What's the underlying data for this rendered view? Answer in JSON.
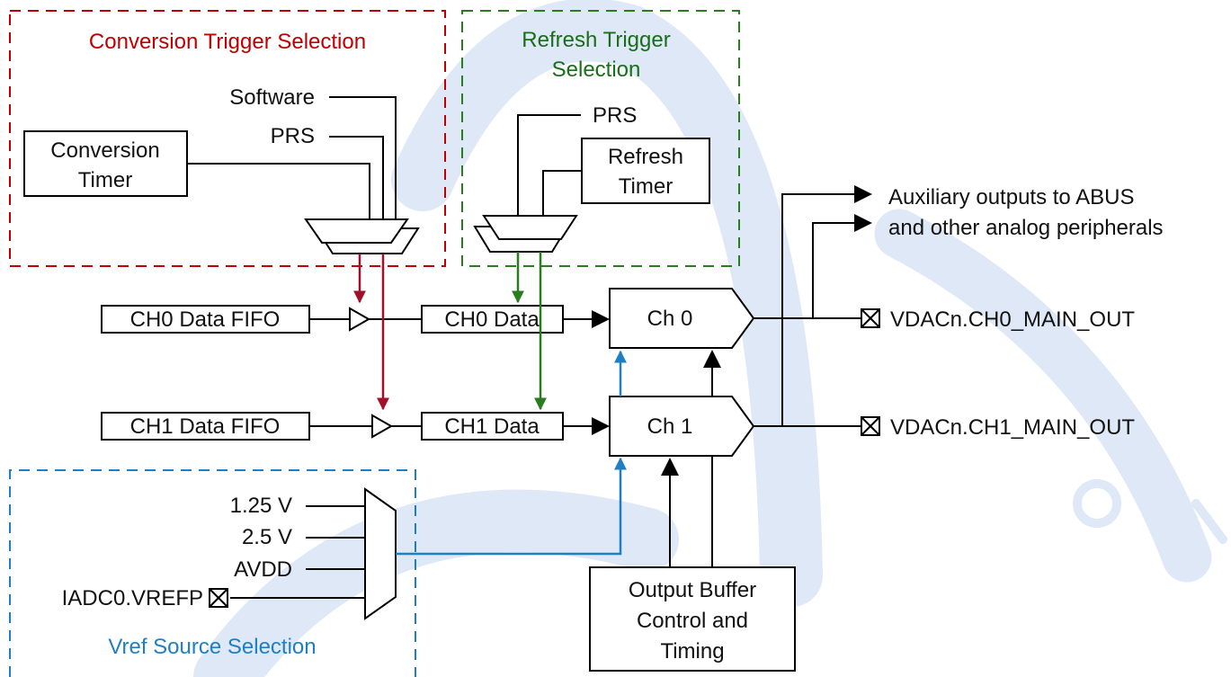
{
  "sections": {
    "conversion_trigger": "Conversion Trigger Selection",
    "refresh_trigger_line1": "Refresh Trigger",
    "refresh_trigger_line2": "Selection",
    "vref_source": "Vref Source Selection"
  },
  "conversion": {
    "software": "Software",
    "prs": "PRS",
    "timer_line1": "Conversion",
    "timer_line2": "Timer"
  },
  "refresh": {
    "prs": "PRS",
    "timer_line1": "Refresh",
    "timer_line2": "Timer"
  },
  "fifo": {
    "ch0": "CH0 Data FIFO",
    "ch1": "CH1 Data FIFO"
  },
  "data_reg": {
    "ch0": "CH0 Data",
    "ch1": "CH1 Data"
  },
  "channels": {
    "ch0": "Ch 0",
    "ch1": "Ch 1"
  },
  "outputs": {
    "aux_line1": "Auxiliary outputs to ABUS",
    "aux_line2": "and other analog peripherals",
    "ch0_main": "VDACn.CH0_MAIN_OUT",
    "ch1_main": "VDACn.CH1_MAIN_OUT"
  },
  "vref": {
    "v125": "1.25 V",
    "v25": "2.5 V",
    "avdd": "AVDD",
    "iadc": "IADC0.VREFP"
  },
  "output_buffer": {
    "line1": "Output Buffer",
    "line2": "Control and",
    "line3": "Timing"
  },
  "colors": {
    "conversion": "#c00000",
    "refresh": "#1a6e1a",
    "vref": "#1f7fc4",
    "watermark": "#dfe8f7"
  }
}
